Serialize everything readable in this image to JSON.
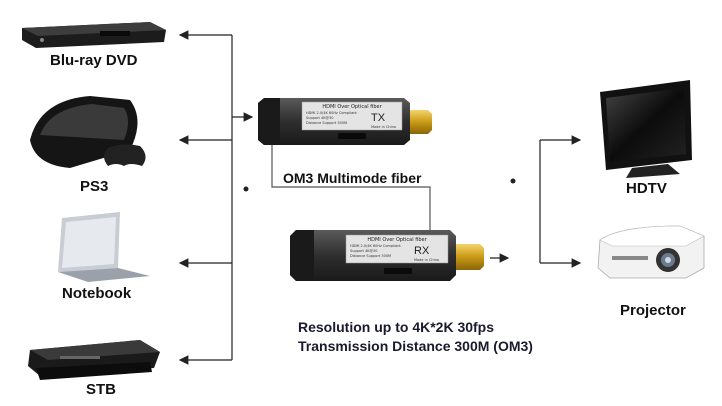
{
  "sources": [
    {
      "label": "Blu-ray DVD",
      "icon": "bluray-player-icon"
    },
    {
      "label": "PS3",
      "icon": "ps3-console-icon"
    },
    {
      "label": "Notebook",
      "icon": "notebook-laptop-icon"
    },
    {
      "label": "STB",
      "icon": "set-top-box-icon"
    }
  ],
  "displays": [
    {
      "label": "HDTV",
      "icon": "hdtv-icon"
    },
    {
      "label": "Projector",
      "icon": "projector-icon"
    }
  ],
  "transmitter": {
    "header": "HDMI Over Optical fiber",
    "code": "TX",
    "made_in": "Made in China",
    "specs": [
      "HDMI 2.0/4K 60Hz Compliant",
      "Support 4K@30",
      "Distance Support 300M"
    ]
  },
  "receiver": {
    "header": "HDMI Over Optical fiber",
    "code": "RX",
    "made_in": "Made in China",
    "specs": [
      "HDMI 2.0/4K 60Hz Compliant",
      "Support 4K@30",
      "Distance Support 300M"
    ]
  },
  "fiber_label": "OM3 Multimode fiber",
  "spec_lines": [
    "Resolution up to 4K*2K 30fps",
    "Transmission Distance 300M (OM3)"
  ],
  "colors": {
    "line": "#222222",
    "device_dark": "#2b2b2b",
    "label_bg": "#e8e8e8",
    "hdmi_gold": "#d4a017"
  }
}
